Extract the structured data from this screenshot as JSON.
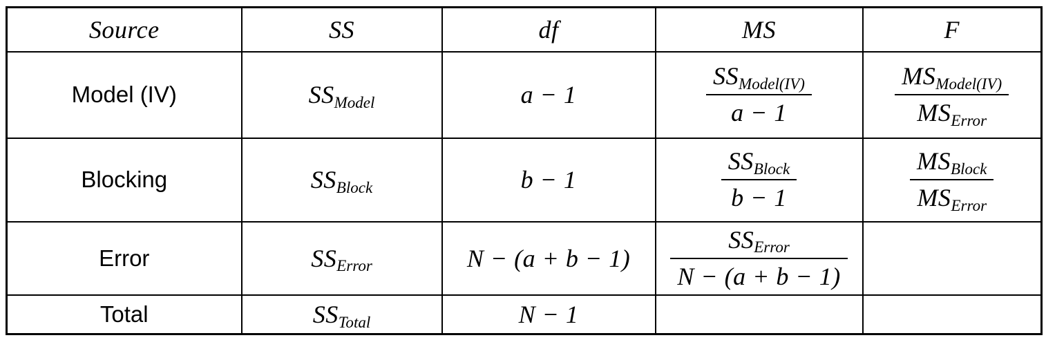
{
  "table": {
    "columns": [
      "Source",
      "SS",
      "df",
      "MS",
      "F"
    ],
    "rows": [
      {
        "source": "Model (IV)",
        "ss": {
          "base": "SS",
          "sub": "Model"
        },
        "df": "a − 1",
        "ms": {
          "num": {
            "base": "SS",
            "sub": "Model(IV)"
          },
          "den": "a − 1"
        },
        "f": {
          "num": {
            "base": "MS",
            "sub": "Model(IV)"
          },
          "den": {
            "base": "MS",
            "sub": "Error"
          }
        }
      },
      {
        "source": "Blocking",
        "ss": {
          "base": "SS",
          "sub": "Block"
        },
        "df": "b − 1",
        "ms": {
          "num": {
            "base": "SS",
            "sub": "Block"
          },
          "den": "b − 1"
        },
        "f": {
          "num": {
            "base": "MS",
            "sub": "Block"
          },
          "den": {
            "base": "MS",
            "sub": "Error"
          }
        }
      },
      {
        "source": "Error",
        "ss": {
          "base": "SS",
          "sub": "Error"
        },
        "df": "N − (a + b − 1)",
        "ms": {
          "num": {
            "base": "SS",
            "sub": "Error"
          },
          "den": "N − (a + b − 1)"
        },
        "f": ""
      },
      {
        "source": "Total",
        "ss": {
          "base": "SS",
          "sub": "Total"
        },
        "df": "N − 1",
        "ms": "",
        "f": ""
      }
    ]
  },
  "colors": {
    "border": "#000000",
    "background": "#ffffff",
    "text": "#000000"
  }
}
